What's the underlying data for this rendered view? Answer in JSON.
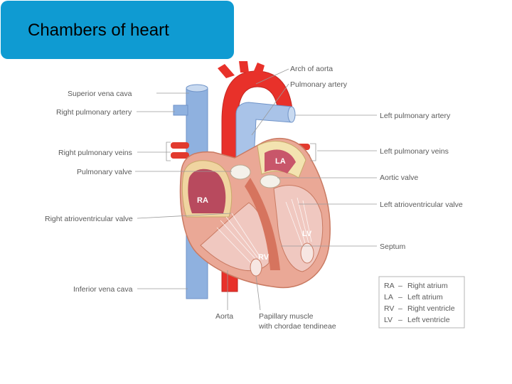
{
  "title": "Chambers of heart",
  "labels": {
    "superior_vena_cava": "Superior vena cava",
    "right_pulmonary_artery": "Right pulmonary artery",
    "right_pulmonary_veins": "Right pulmonary veins",
    "pulmonary_valve": "Pulmonary valve",
    "right_atrioventricular_valve": "Right atrioventricular valve",
    "inferior_vena_cava": "Inferior vena cava",
    "aorta": "Aorta",
    "papillary_muscle_1": "Papillary muscle",
    "papillary_muscle_2": "with chordae tendineae",
    "arch_of_aorta": "Arch of aorta",
    "pulmonary_artery": "Pulmonary artery",
    "left_pulmonary_artery": "Left pulmonary artery",
    "left_pulmonary_veins": "Left pulmonary veins",
    "aortic_valve": "Aortic valve",
    "left_atrioventricular_valve": "Left atrioventricular valve",
    "septum": "Septum"
  },
  "chambers": {
    "ra": "RA",
    "la": "LA",
    "rv": "RV",
    "lv": "LV"
  },
  "legend": [
    {
      "abbr": "RA",
      "dash": "–",
      "text": "Right atrium"
    },
    {
      "abbr": "LA",
      "dash": "–",
      "text": "Left atrium"
    },
    {
      "abbr": "RV",
      "dash": "–",
      "text": "Right ventricle"
    },
    {
      "abbr": "LV",
      "dash": "–",
      "text": "Left ventricle"
    }
  ],
  "colors": {
    "title_bg": "#0f9bd2",
    "artery_red": "#e8312a",
    "vein_blue": "#8fb1df",
    "muscle": "#e9a38e"
  }
}
